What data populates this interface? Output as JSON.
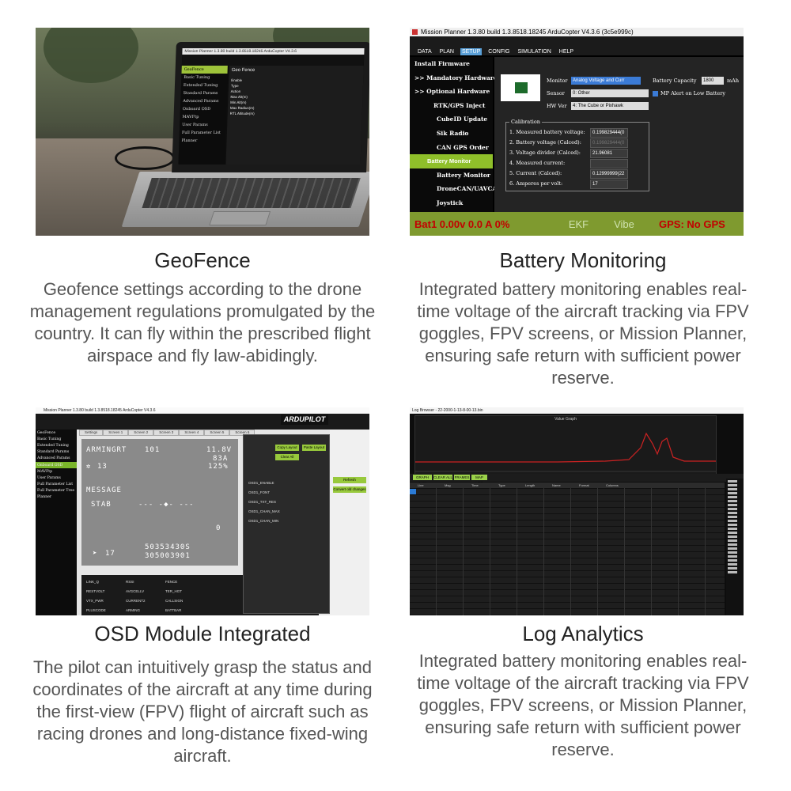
{
  "features": [
    {
      "title": "GeoFence",
      "description": "Geofence settings according to the drone management regulations promulgated by the country. It can fly within the prescribed flight airspace and fly law-abidingly."
    },
    {
      "title": "Battery Monitoring",
      "description": "Integrated battery monitoring enables real-time voltage of the aircraft tracking via FPV goggles, FPV screens, or Mission Planner, ensuring safe return with sufficient power reserve."
    },
    {
      "title": "OSD Module Integrated",
      "description": "The pilot can intuitively grasp the status and coordinates of the aircraft at any time during the first-view (FPV) flight of aircraft such as racing drones and long-distance fixed-wing aircraft."
    },
    {
      "title": "Log Analytics",
      "description": "Integrated battery monitoring enables real-time voltage of the aircraft tracking via FPV goggles, FPV screens, or Mission Planner, ensuring safe return with sufficient power reserve."
    }
  ],
  "geofence_screen": {
    "window_title": "Mission Planner 1.3.80 build 1.3.8518.18245 ArduCopter V4.3.6",
    "panel_title": "Geo Fence",
    "sidebar": [
      "GeoFence",
      "Basic Tuning",
      "Extended Tuning",
      "Standard Params",
      "Advanced Params",
      "Onboard OSD",
      "MAVFtp",
      "User Params",
      "Full Parameter List",
      "Planner"
    ],
    "fields": [
      "Enable",
      "Type",
      "Action",
      "Max Alt(m)",
      "Min Alt(m)",
      "Max Radius(m)",
      "RTL Altitude(m)"
    ]
  },
  "battery_screen": {
    "window_title": "Mission Planner 1.3.80 build 1.3.8518.18245 ArduCopter V4.3.6 (3c5e999c)",
    "toolbar": [
      "DATA",
      "PLAN",
      "SETUP",
      "CONFIG",
      "SIMULATION",
      "HELP"
    ],
    "sidebar": [
      "Install Firmware",
      ">> Mandatory Hardware",
      ">> Optional Hardware",
      "RTK/GPS Inject",
      "CubeID Update",
      "Sik Radio",
      "CAN GPS Order",
      "Battery Monitor",
      "Battery Monitor",
      "DroneCAN/UAVCAN",
      "Joystick"
    ],
    "monitor_label": "Monitor",
    "monitor_value": "Analog Voltage and Curr",
    "sensor_label": "Sensor",
    "sensor_value": "0: Other",
    "hwver_label": "HW Ver",
    "hwver_value": "4: The Cube or Pixhawk",
    "capacity_label": "Battery Capacity",
    "capacity_value": "1800",
    "capacity_unit": "mAh",
    "alert_label": "MP Alert on Low Battery",
    "calibration_title": "Calibration",
    "calibration": [
      {
        "label": "1. Measured battery voltage:",
        "value": "0.199829444(0"
      },
      {
        "label": "2. Battery voltage (Calced):",
        "value": "0.199829444(0"
      },
      {
        "label": "3. Voltage divider (Calced):",
        "value": "21.96081"
      },
      {
        "label": "4. Measured current:",
        "value": ""
      },
      {
        "label": "5. Current (Calced):",
        "value": "0.12999999(22"
      },
      {
        "label": "6. Amperes per volt:",
        "value": "17"
      }
    ],
    "status_battery": "Bat1 0.00v 0.0 A 0%",
    "status_ekf": "EKF",
    "status_vibe": "Vibe",
    "status_gps": "GPS: No GPS"
  },
  "osd_screen": {
    "window_title": "Mission Planner 1.3.80 build 1.3.8518.18245 ArduCopter V4.3.6",
    "logo": "ARDUPILOT",
    "sidebar": [
      "GeoFence",
      "Basic Tuning",
      "Extended Tuning",
      "Standard Params",
      "Advanced Params",
      "Onboard OSD",
      "MAVFtp",
      "User Params",
      "Full Parameter List",
      "Full Parameter Tree",
      "Planner"
    ],
    "tabs": [
      "Settings",
      "Screen 1",
      "Screen 2",
      "Screen 3",
      "Screen 4",
      "Screen 5",
      "Screen 6"
    ],
    "osd_arming": "ARMINGRT",
    "osd_sats": "13",
    "osd_message": "MESSAGE",
    "osd_stab": "STAB",
    "osd_voltage": "11.8V",
    "osd_current": "83A",
    "osd_mah": "125%",
    "osd_alt": "101",
    "osd_lat": "50353430S",
    "osd_lon": "305003901",
    "osd_speed": "17",
    "osd_zero": "0",
    "checkboxes": [
      "LINK_Q",
      "RESTVOLT",
      "VTX_PWR",
      "PLUSCODE",
      "RSSI",
      "AVGCELLV",
      "CURRENT2",
      "ARMING",
      "FENCE",
      "TER_HGT",
      "CALLSIGN",
      "BATTBAR"
    ],
    "options": [
      "OSD1_ENABLE",
      "OSD1_FONT",
      "OSD1_TXT_RES",
      "OSD1_CHAN_MAX",
      "OSD1_CHAN_MIN"
    ],
    "buttons": [
      "Copy Layout",
      "Paste Layout",
      "Clear All",
      "Refresh",
      "Convert old changes"
    ]
  },
  "log_screen": {
    "window_title": "Log Browser - 22-2000-1-13-8-00-13.bin",
    "graph_title": "Value Graph",
    "buttons": [
      "GRAPH THIS",
      "CLEAR ALL",
      "FRAMES",
      "MAP LOG"
    ],
    "columns": [
      "Line",
      "Msg",
      "Time",
      "Type",
      "Length",
      "Name",
      "Format",
      "Columns"
    ]
  }
}
